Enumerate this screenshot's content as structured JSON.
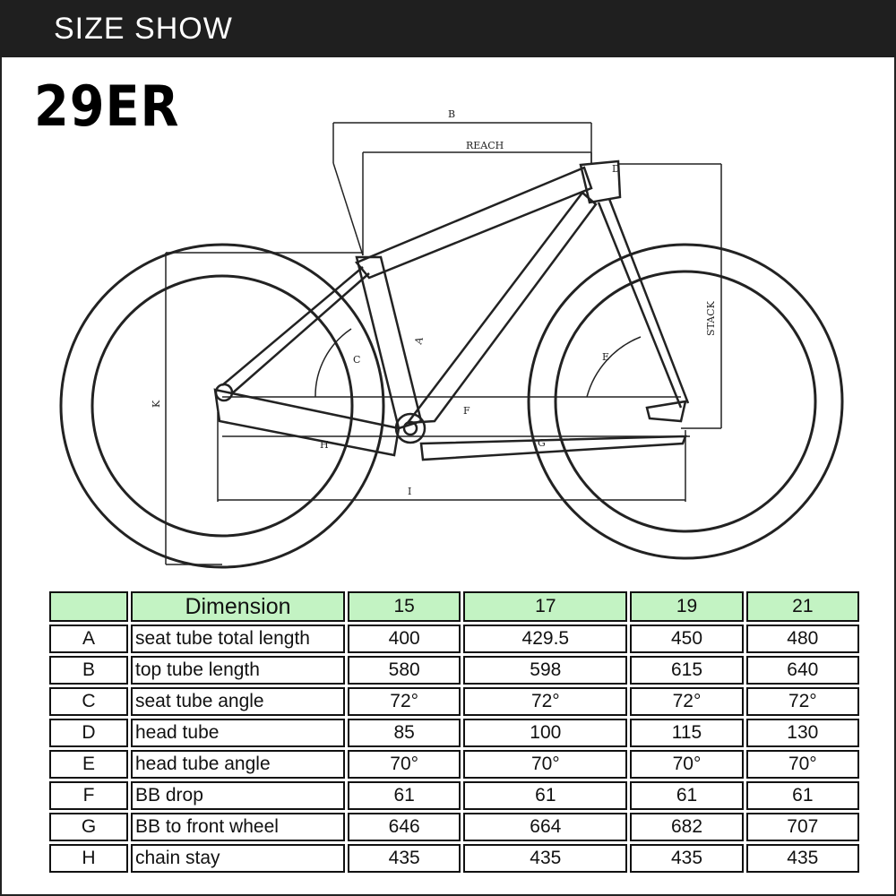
{
  "header": {
    "title": "SIZE SHOW"
  },
  "model": "29ER",
  "diagram": {
    "labels": {
      "b": "B",
      "reach": "REACH",
      "stack": "STACK",
      "a": "A",
      "c": "C",
      "d": "D",
      "e": "E",
      "f": "F",
      "g": "G",
      "h": "H",
      "i": "I",
      "k": "K"
    }
  },
  "table": {
    "header": {
      "dimension": "Dimension",
      "sizes": [
        "15",
        "17",
        "19",
        "21"
      ]
    },
    "rows": [
      {
        "letter": "A",
        "name": "seat tube total length",
        "values": [
          "400",
          "429.5",
          "450",
          "480"
        ]
      },
      {
        "letter": "B",
        "name": "top tube length",
        "values": [
          "580",
          "598",
          "615",
          "640"
        ]
      },
      {
        "letter": "C",
        "name": "seat tube angle",
        "values": [
          "72°",
          "72°",
          "72°",
          "72°"
        ]
      },
      {
        "letter": "D",
        "name": "head tube",
        "values": [
          "85",
          "100",
          "115",
          "130"
        ]
      },
      {
        "letter": "E",
        "name": "head tube angle",
        "values": [
          "70°",
          "70°",
          "70°",
          "70°"
        ]
      },
      {
        "letter": "F",
        "name": "BB drop",
        "values": [
          "61",
          "61",
          "61",
          "61"
        ]
      },
      {
        "letter": "G",
        "name": "BB to front wheel",
        "values": [
          "646",
          "664",
          "682",
          "707"
        ]
      },
      {
        "letter": "H",
        "name": "chain stay",
        "values": [
          "435",
          "435",
          "435",
          "435"
        ]
      }
    ]
  }
}
